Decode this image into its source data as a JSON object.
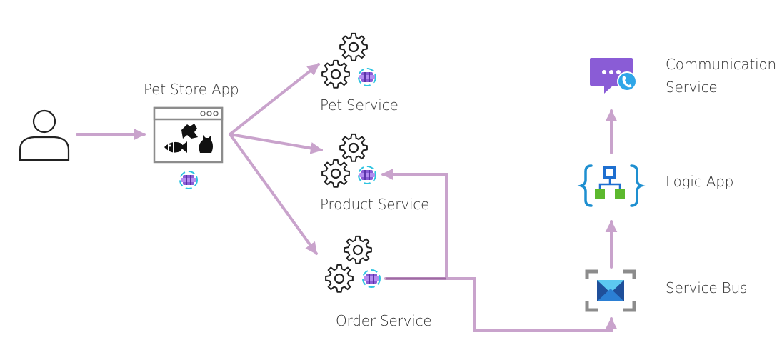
{
  "nodes": {
    "user": {
      "label": ""
    },
    "pet_store_app": {
      "label": "Pet Store App"
    },
    "pet_service": {
      "label": "Pet Service"
    },
    "product_service": {
      "label": "Product Service"
    },
    "order_service": {
      "label": "Order Service"
    },
    "communication_service": {
      "label": "Communication Service"
    },
    "logic_app": {
      "label": "Logic App"
    },
    "service_bus": {
      "label": "Service Bus"
    }
  },
  "colors": {
    "connector": "#c9a3cc",
    "connector_dark": "#9e6aa3",
    "outline": "#222222",
    "azure_purple": "#8a5cd6",
    "azure_cyan": "#2fc4e0",
    "logic_blue": "#1e6fd0",
    "logic_green": "#5cb82e",
    "bus_gray": "#8c8c8c",
    "bus_blue": "#2b7fd4"
  },
  "icons": {
    "user": "user-outline-icon",
    "app": "web-browser-window-icon",
    "service": "gears-icon",
    "dapr": "dapr-sidecar-icon",
    "communication": "chat-phone-icon",
    "logic": "logic-app-braces-icon",
    "bus": "service-bus-envelope-icon"
  }
}
